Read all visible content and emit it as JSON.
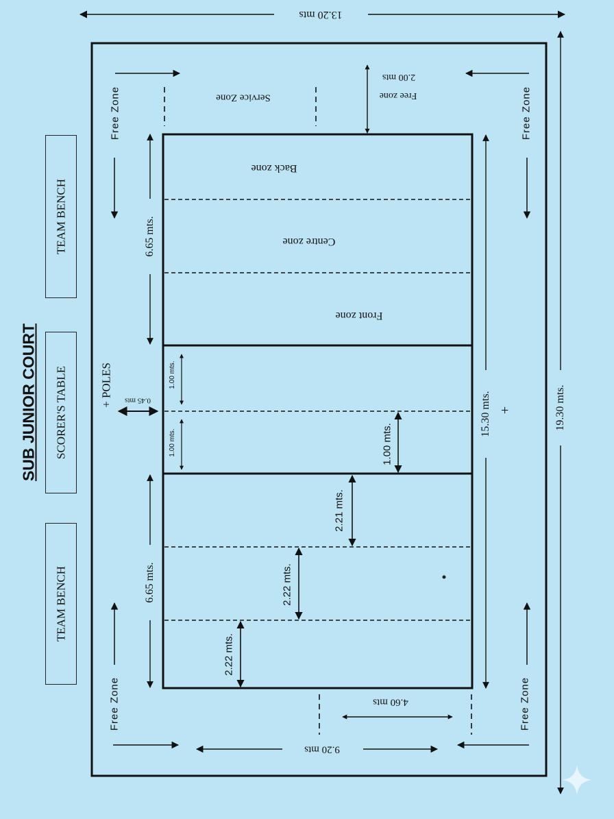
{
  "title": "SUB JUNIOR COURT",
  "colors": {
    "background": "#bde4f4",
    "ink": "#111111",
    "sparkle": "#e8f6fc"
  },
  "side_labels": {
    "team_bench_top": "TEAM BENCH",
    "scorers_table": "SCORER'S TABLE",
    "team_bench_bottom": "TEAM BENCH",
    "poles": "+ POLES"
  },
  "dimensions": {
    "overall_width": "13.20 mts",
    "overall_length": "19.30 mts.",
    "court_length": "15.30 mts.",
    "court_width": "9.20 mts",
    "free_zone_depth": "2.00 mts",
    "service_zone_width": "4.60 mts",
    "half_court_top": "6.65 mts.",
    "half_court_bottom": "6.65 mts.",
    "pole_offset": "0.45 mts",
    "net_zone_upper": "1.00 mts.",
    "net_zone_lower": "1.00 mts.",
    "net_zone_right": "1.00 mts.",
    "zone_a": "2.21 mts.",
    "zone_b": "2.22 mts.",
    "zone_c": "2.22 mts."
  },
  "zones": {
    "free_zone_tl": "Free Zone",
    "free_zone_tr": "Free Zone",
    "free_zone_bl": "Free Zone",
    "free_zone_br": "Free Zone",
    "free_zone_top": "Free zone",
    "service_zone": "Service Zone",
    "back_zone": "Back zone",
    "centre_zone": "Centre zone",
    "front_zone": "Front zone"
  },
  "markers": {
    "pole_right": "+"
  }
}
